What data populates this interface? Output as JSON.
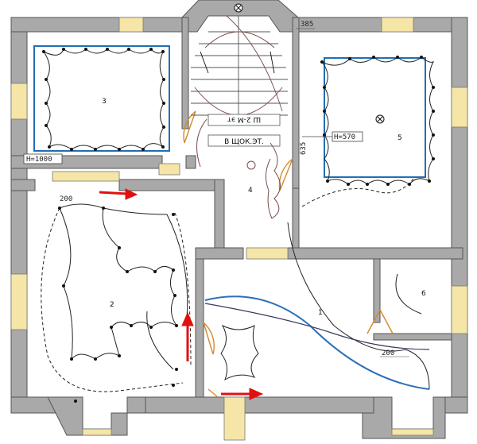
{
  "plan": {
    "rooms": [
      {
        "id": "room-1",
        "label": "1"
      },
      {
        "id": "room-2",
        "label": "2"
      },
      {
        "id": "room-3",
        "label": "3"
      },
      {
        "id": "room-4",
        "label": "4"
      },
      {
        "id": "room-5",
        "label": "5"
      },
      {
        "id": "room-6",
        "label": "6"
      }
    ],
    "annotations": {
      "h1000": "H=1000",
      "h570": "H=570",
      "dim385": "385",
      "dim200a": "200",
      "dim200b": "200",
      "dim635": "635",
      "stair_label_1": "Ш 2-М эт",
      "stair_label_2": "В ЩОК.ЭТ."
    },
    "colors": {
      "wall": "#a9a9a9",
      "wall_edge": "#555555",
      "window": "#f5e6a8",
      "ceiling_frame": "#1f6fb5",
      "wiring": "#222222",
      "arrow": "#e01010",
      "cable_blue": "#2a6fb8",
      "cable_dark": "#3a3a60",
      "stair_line": "#7a4a4a"
    }
  }
}
